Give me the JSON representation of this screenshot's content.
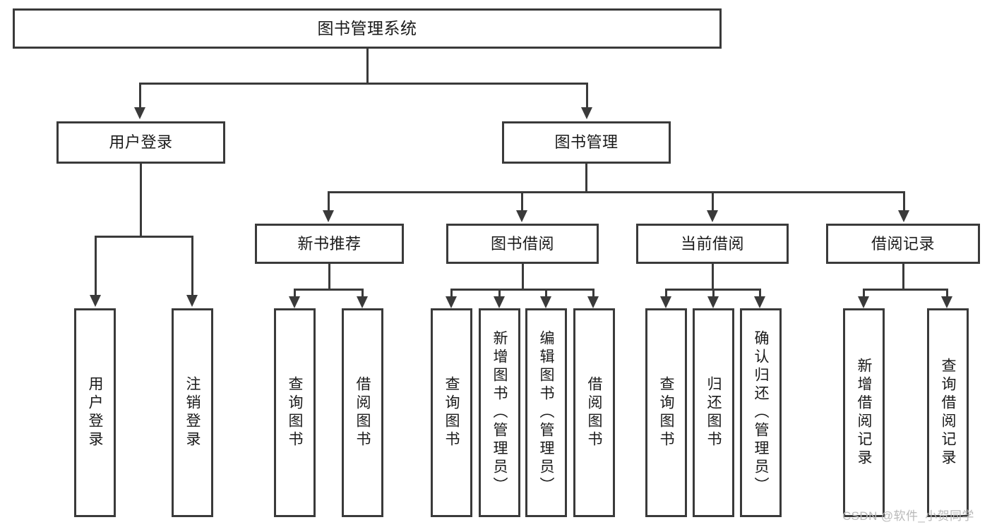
{
  "diagram": {
    "title": "图书管理系统",
    "watermark": "CSDN @软件_小贺同学",
    "colors": {
      "stroke": "#3a3a3a",
      "fill": "#ffffff",
      "text": "#1a1a1a",
      "watermark": "#b9b9b9"
    },
    "level1": {
      "root": "图书管理系统"
    },
    "level2": [
      {
        "label": "用户登录"
      },
      {
        "label": "图书管理"
      }
    ],
    "level3": [
      {
        "label": "新书推荐"
      },
      {
        "label": "图书借阅"
      },
      {
        "label": "当前借阅"
      },
      {
        "label": "借阅记录"
      }
    ],
    "leaves": {
      "user_login": [
        {
          "label": "用户登录"
        },
        {
          "label": "注销登录"
        }
      ],
      "new_book_recommend": [
        {
          "label": "查询图书"
        },
        {
          "label": "借阅图书"
        }
      ],
      "book_borrow": [
        {
          "label": "查询图书"
        },
        {
          "label": "新增图书（管理员）"
        },
        {
          "label": "编辑图书（管理员）"
        },
        {
          "label": "借阅图书"
        }
      ],
      "current_borrow": [
        {
          "label": "查询图书"
        },
        {
          "label": "归还图书"
        },
        {
          "label": "确认归还（管理员）"
        }
      ],
      "borrow_record": [
        {
          "label": "新增借阅记录"
        },
        {
          "label": "查询借阅记录"
        }
      ]
    }
  }
}
